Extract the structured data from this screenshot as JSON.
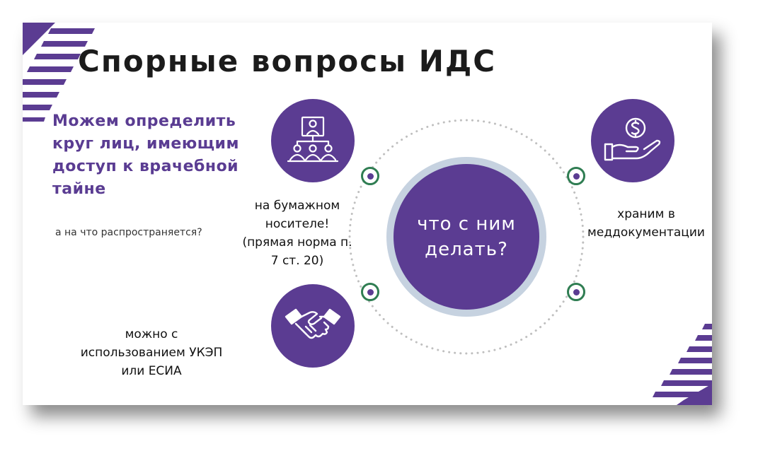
{
  "title": "Спорные вопросы ИДС",
  "lead": "Можем определить круг лиц, имеющим доступ к врачебной тайне",
  "lead_sub": "а на что распространяется?",
  "center": "что с ним делать?",
  "captions": {
    "paper": "на бумажном носителе! (прямая норма п. 7 ст. 20)",
    "store": "храним в меддокументации",
    "sign": "можно с использованием УКЭП или ЕСИА"
  },
  "icons": [
    "people-hierarchy-icon",
    "hand-dollar-icon",
    "handshake-icon"
  ],
  "colors": {
    "accent": "#5b3c92",
    "node_ring": "#2f7d52",
    "center_ring": "#c6d2e0"
  }
}
